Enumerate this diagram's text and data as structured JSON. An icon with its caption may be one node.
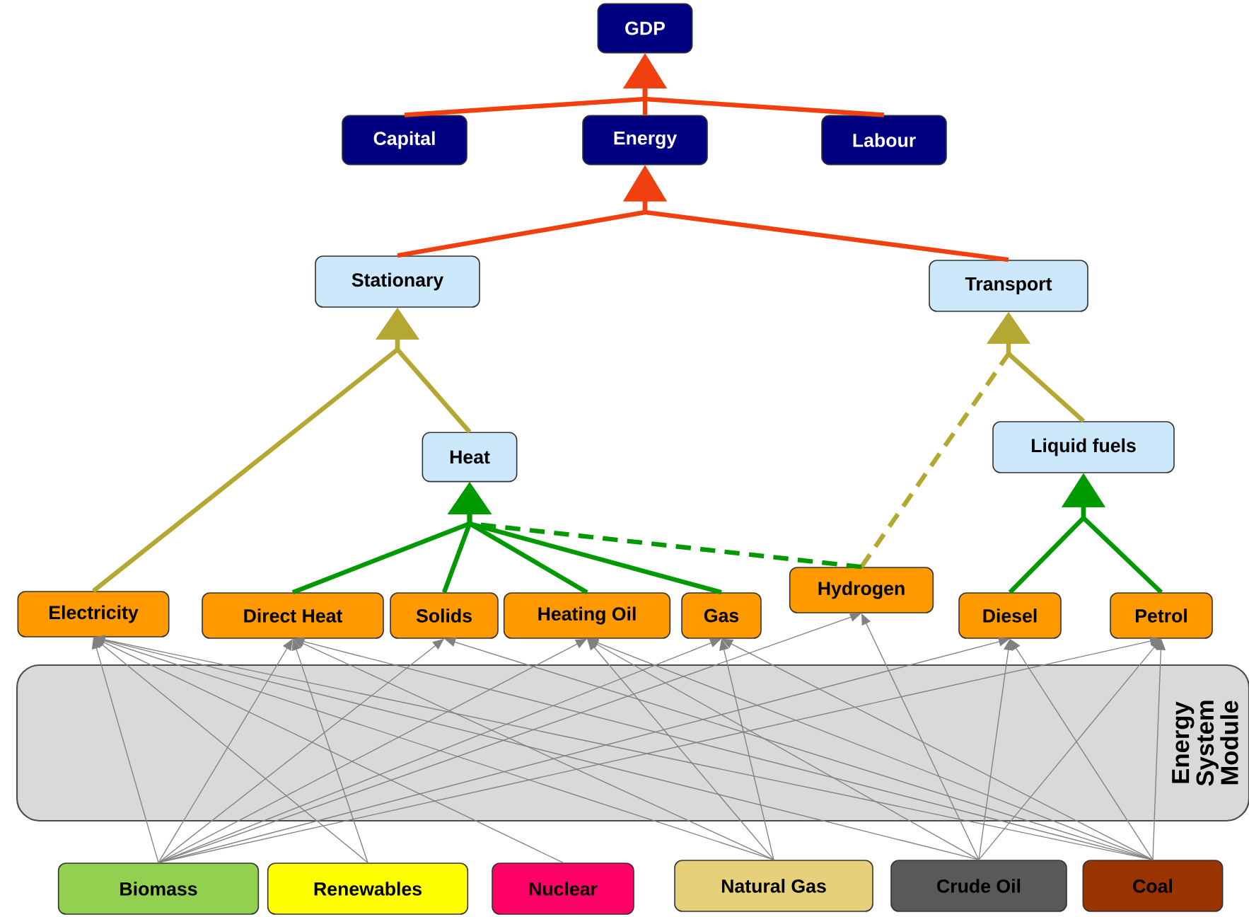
{
  "diagram": {
    "nodes": [
      {
        "text": [
          "GDP"
        ]
      },
      {
        "text": [
          "Capital"
        ]
      },
      {
        "text": [
          "Energy"
        ]
      },
      {
        "text": [
          "Labour"
        ]
      },
      {
        "text": [
          "Stationary"
        ]
      },
      {
        "text": [
          "Transport"
        ]
      },
      {
        "text": [
          "Heat"
        ]
      },
      {
        "text": [
          "Liquid fuels"
        ]
      },
      {
        "text": [
          "Electricity"
        ]
      },
      {
        "text": [
          "Direct Heat"
        ]
      },
      {
        "text": [
          "Solids"
        ]
      },
      {
        "text": [
          "Heating Oil"
        ]
      },
      {
        "text": [
          "Gas"
        ]
      },
      {
        "text": [
          "Hydrogen"
        ]
      },
      {
        "text": [
          "Diesel"
        ]
      },
      {
        "text": [
          "Petrol"
        ]
      },
      {
        "text": [
          "Biomass"
        ]
      },
      {
        "text": [
          "Renewables"
        ]
      },
      {
        "text": [
          "Nuclear"
        ]
      },
      {
        "text": [
          "Natural Gas"
        ]
      },
      {
        "text": [
          "Crude Oil"
        ]
      },
      {
        "text": [
          "Coal"
        ]
      }
    ],
    "edges": [
      {
        "from": 1,
        "to": 0,
        "arrow": "to",
        "style": "thick",
        "color": "#f04010"
      },
      {
        "from": 2,
        "to": 0,
        "arrow": "to",
        "style": "thick",
        "color": "#f04010"
      },
      {
        "from": 3,
        "to": 0,
        "arrow": "to",
        "style": "thick",
        "color": "#f04010"
      },
      {
        "from": 4,
        "to": 2,
        "arrow": "to",
        "style": "thick",
        "color": "#f04010"
      },
      {
        "from": 5,
        "to": 2,
        "arrow": "to",
        "style": "thick",
        "color": "#f04010"
      },
      {
        "from": 8,
        "to": 4,
        "arrow": "to",
        "style": "thick",
        "color": "#b5a832"
      },
      {
        "from": 6,
        "to": 4,
        "arrow": "to",
        "style": "thick",
        "color": "#b5a832"
      },
      {
        "from": 13,
        "to": 5,
        "arrow": "to",
        "style": "dashed",
        "color": "#b5a832"
      },
      {
        "from": 7,
        "to": 5,
        "arrow": "to",
        "style": "thick",
        "color": "#b5a832"
      },
      {
        "from": 9,
        "to": 6,
        "arrow": "to",
        "style": "thick",
        "color": "#009900"
      },
      {
        "from": 10,
        "to": 6,
        "arrow": "to",
        "style": "thick",
        "color": "#009900"
      },
      {
        "from": 11,
        "to": 6,
        "arrow": "to",
        "style": "thick",
        "color": "#009900"
      },
      {
        "from": 12,
        "to": 6,
        "arrow": "to",
        "style": "thick",
        "color": "#009900"
      },
      {
        "from": 13,
        "to": 6,
        "arrow": "to",
        "style": "dashed",
        "color": "#009900"
      },
      {
        "from": 14,
        "to": 7,
        "arrow": "to",
        "style": "thick",
        "color": "#009900"
      },
      {
        "from": 15,
        "to": 7,
        "arrow": "to",
        "style": "thick",
        "color": "#009900"
      },
      {
        "from": 16,
        "to": 8,
        "arrow": "to"
      },
      {
        "from": 16,
        "to": 9,
        "arrow": "to"
      },
      {
        "from": 16,
        "to": 10,
        "arrow": "to"
      },
      {
        "from": 16,
        "to": 11,
        "arrow": "to"
      },
      {
        "from": 16,
        "to": 12,
        "arrow": "to"
      },
      {
        "from": 16,
        "to": 13,
        "arrow": "to"
      },
      {
        "from": 16,
        "to": 14,
        "arrow": "to"
      },
      {
        "from": 16,
        "to": 15,
        "arrow": "to"
      },
      {
        "from": 17,
        "to": 8,
        "arrow": "to"
      },
      {
        "from": 17,
        "to": 9,
        "arrow": "to"
      },
      {
        "from": 18,
        "to": 8,
        "arrow": "to"
      },
      {
        "from": 19,
        "to": 8,
        "arrow": "to"
      },
      {
        "from": 19,
        "to": 9,
        "arrow": "to"
      },
      {
        "from": 19,
        "to": 11,
        "arrow": "to"
      },
      {
        "from": 19,
        "to": 12,
        "arrow": "to"
      },
      {
        "from": 20,
        "to": 8,
        "arrow": "to"
      },
      {
        "from": 20,
        "to": 11,
        "arrow": "to"
      },
      {
        "from": 20,
        "to": 13,
        "arrow": "to"
      },
      {
        "from": 20,
        "to": 14,
        "arrow": "to"
      },
      {
        "from": 20,
        "to": 15,
        "arrow": "to"
      },
      {
        "from": 21,
        "to": 8,
        "arrow": "to"
      },
      {
        "from": 21,
        "to": 9,
        "arrow": "to"
      },
      {
        "from": 21,
        "to": 10,
        "arrow": "to"
      },
      {
        "from": 21,
        "to": 11,
        "arrow": "to"
      },
      {
        "from": 21,
        "to": 12,
        "arrow": "to"
      },
      {
        "from": 21,
        "to": 14,
        "arrow": "to"
      },
      {
        "from": 21,
        "to": 15,
        "arrow": "to"
      }
    ],
    "labels": [
      "Energy System Module"
    ]
  }
}
